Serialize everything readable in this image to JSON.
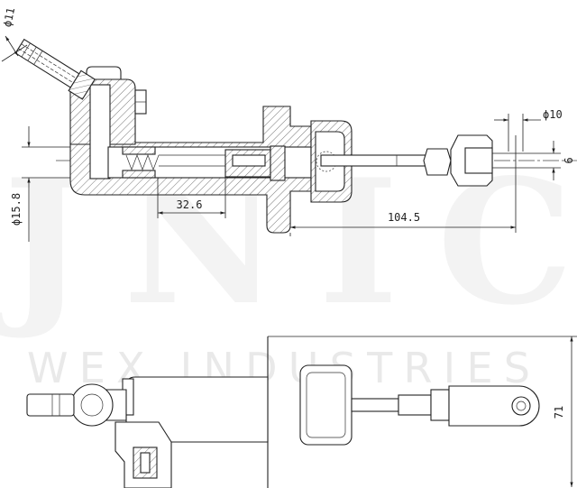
{
  "watermark": {
    "logo": "JNIC",
    "brand": "WEX INDUSTRIES"
  },
  "drawing": {
    "labels": {
      "inlet_dia": "ϕ11",
      "eye_dia": "ϕ10",
      "eye_width": "9",
      "bore_dia": "ϕ15.8",
      "stroke": "32.6",
      "length": "104.5",
      "flange_height": "71"
    }
  }
}
